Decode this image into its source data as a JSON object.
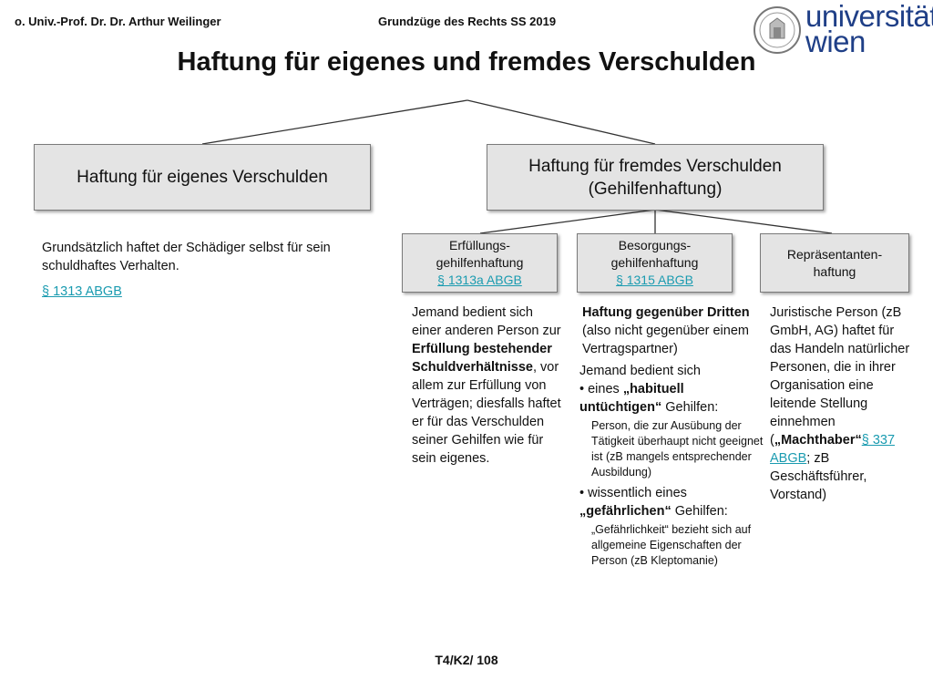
{
  "header": {
    "author": "o. Univ.-Prof. Dr. Dr. Arthur Weilinger",
    "course": "Grundzüge des Rechts SS 2019",
    "logo_line1": "universität",
    "logo_line2": "wien"
  },
  "title": "Haftung für eigenes und fremdes Verschulden",
  "boxes": {
    "eigen": "Haftung für eigenes Verschulden",
    "fremd_line1": "Haftung für fremdes Verschulden",
    "fremd_line2": "(Gehilfenhaftung)",
    "erfuellung_line1": "Erfüllungs-",
    "erfuellung_line2": "gehilfenhaftung",
    "erfuellung_link": "§ 1313a ABGB",
    "besorgung_line1": "Besorgungs-",
    "besorgung_line2": "gehilfenhaftung",
    "besorgung_link": "§ 1315 ABGB",
    "repraesentant_line1": "Repräsentanten-",
    "repraesentant_line2": "haftung"
  },
  "left_col": {
    "text": "Grundsätzlich haftet der Schädiger selbst für sein schuldhaftes Verhalten.",
    "link": "§ 1313 ABGB"
  },
  "erfuellung_col": {
    "p1": "Jemand bedient sich einer anderen Person zur ",
    "b1": "Erfüllung bestehender Schuldverhältnisse",
    "p2": ", vor allem zur Erfüllung von Verträgen; diesfalls haftet er für das Verschulden seiner Gehilfen wie für sein eigenes."
  },
  "besorgung_col": {
    "b1": "Haftung gegenüber Dritten",
    "p1": " (also nicht gegenüber einem Vertragspartner)",
    "intro": "Jemand bedient sich",
    "bullet1_pre": "eines ",
    "bullet1_bold": "„habituell untüchtigen“",
    "bullet1_post": " Gehilfen:",
    "bullet1_note": "Person, die zur Ausübung der Tätigkeit überhaupt nicht geeignet ist (zB mangels entsprechender Ausbildung)",
    "bullet2_pre": "wissentlich eines ",
    "bullet2_bold": "„gefährlichen“",
    "bullet2_post": " Gehilfen:",
    "bullet2_note": "„Gefährlichkeit“ bezieht sich auf allgemeine Eigenschaften der Person (zB Kleptomanie)"
  },
  "repraesentant_col": {
    "p1": "Juristische Person (zB GmbH, AG) haftet für das Handeln natürlicher Personen, die in ihrer Organisation eine leitende Stellung einnehmen (",
    "b1": "„Machthaber“",
    "link": "§ 337 ABGB",
    "p2": "; zB Geschäftsführer, Vorstand)"
  },
  "footer": "T4/K2/ 108"
}
